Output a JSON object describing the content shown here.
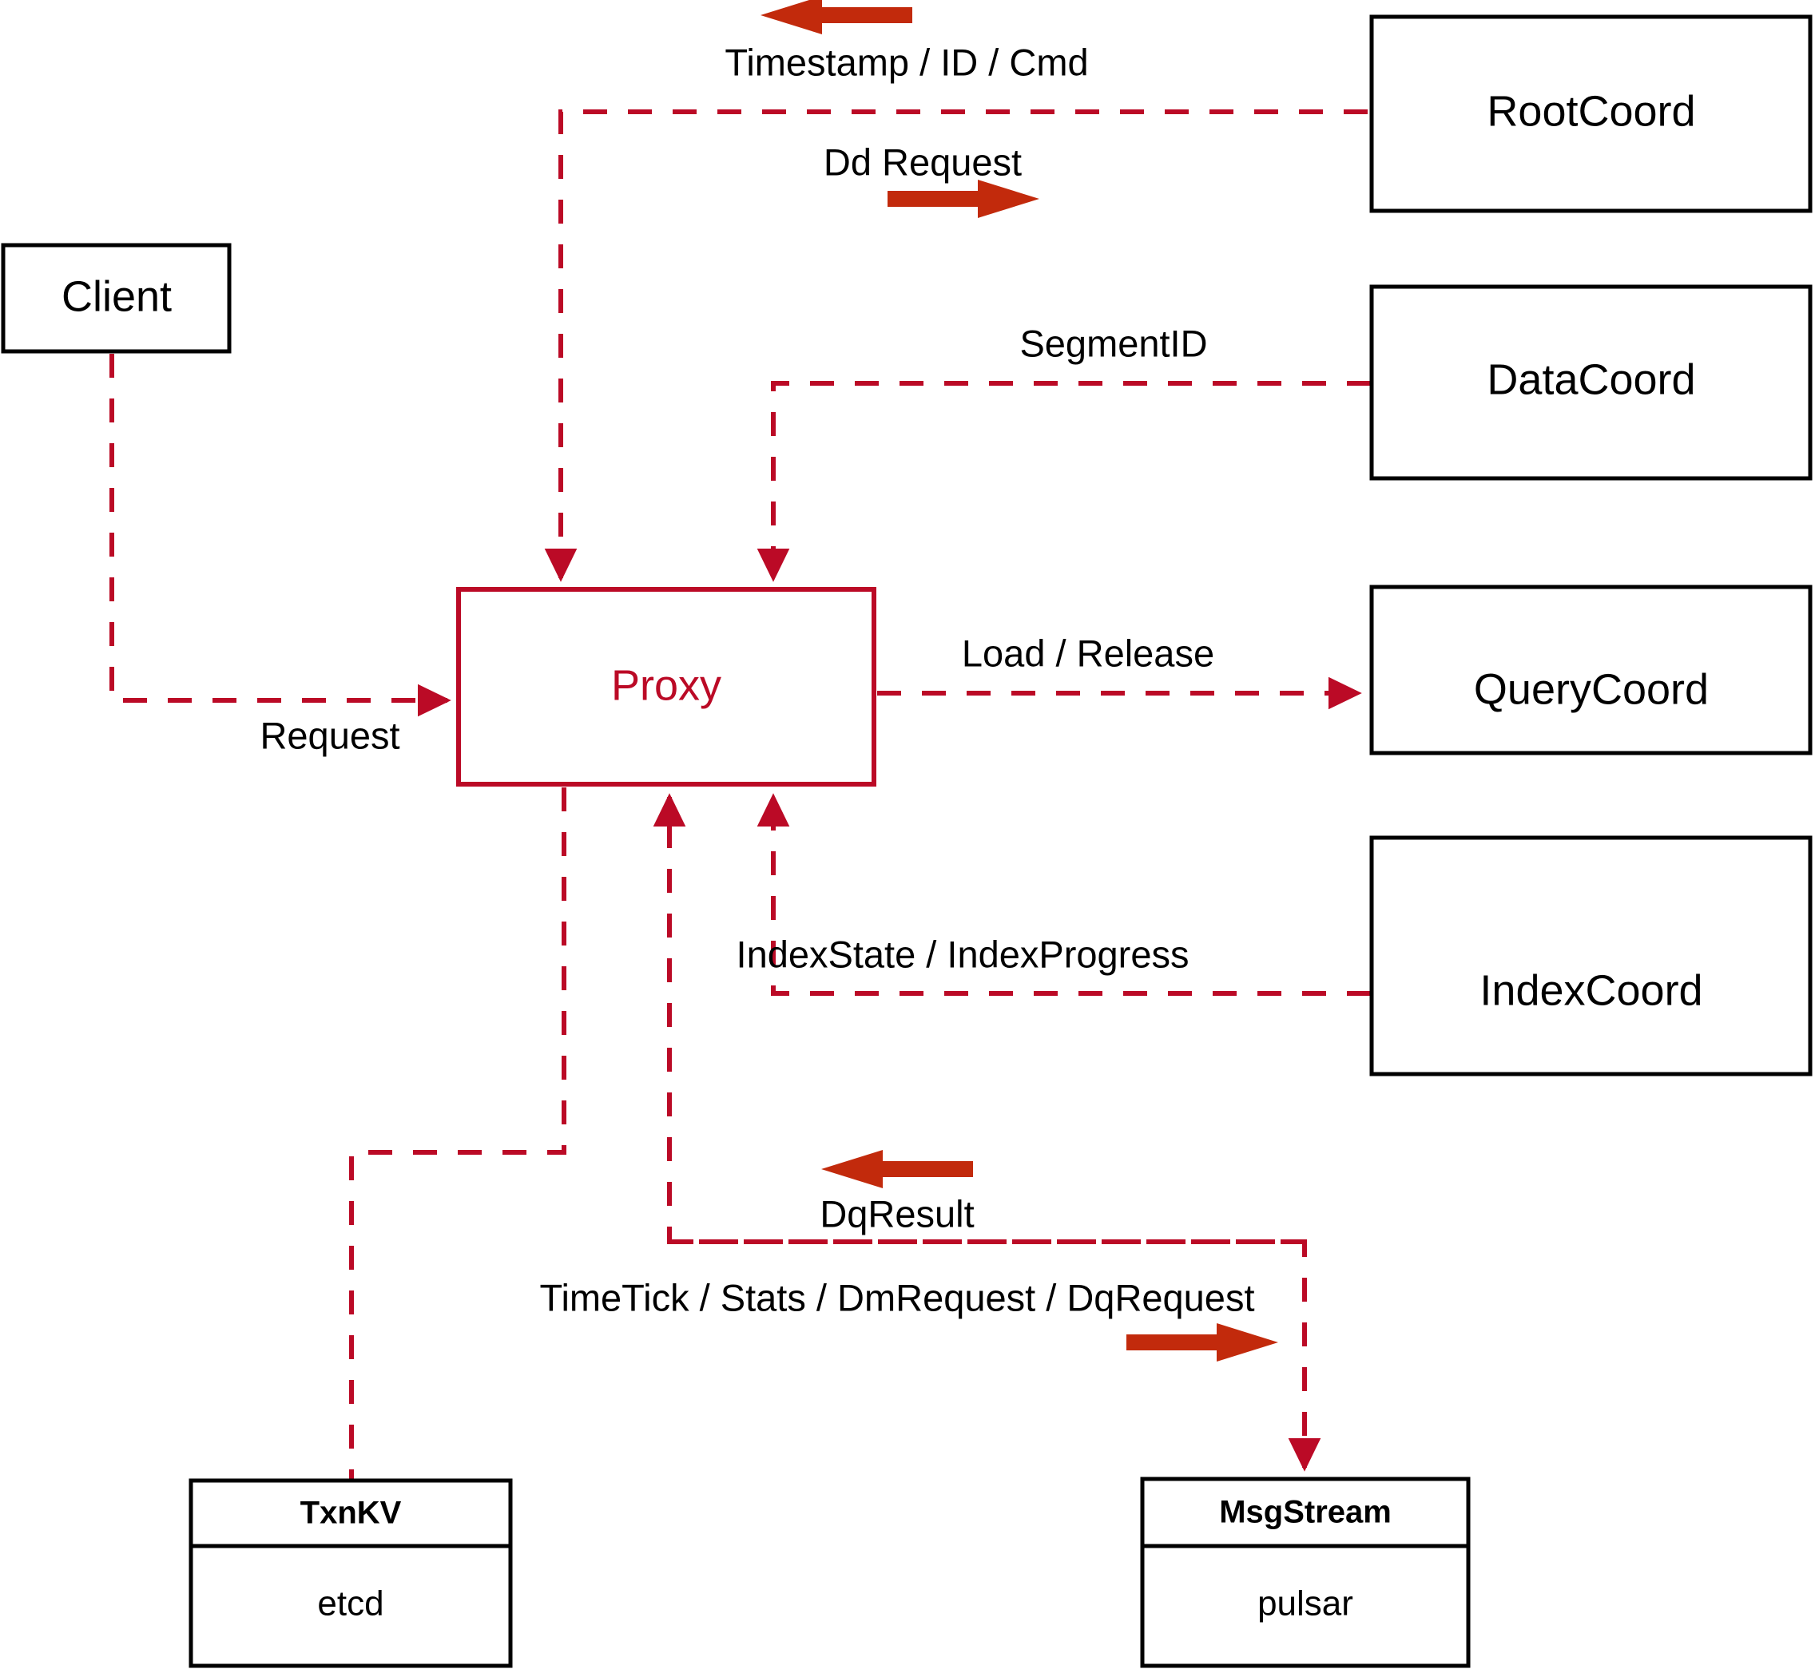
{
  "diagram": {
    "title": "Proxy component interaction diagram",
    "colors": {
      "accent": "#bb0a26",
      "arrow": "#c22a0c",
      "box_stroke": "#000000",
      "background": "#ffffff"
    },
    "nodes": {
      "client": {
        "label": "Client"
      },
      "proxy": {
        "label": "Proxy"
      },
      "root_coord": {
        "label": "RootCoord"
      },
      "data_coord": {
        "label": "DataCoord"
      },
      "query_coord": {
        "label": "QueryCoord"
      },
      "index_coord": {
        "label": "IndexCoord"
      },
      "txn_kv": {
        "label": "TxnKV",
        "impl": "etcd"
      },
      "msg_stream": {
        "label": "MsgStream",
        "impl": "pulsar"
      }
    },
    "edges": [
      {
        "id": "timestamp-id-cmd",
        "label": "Timestamp / ID / Cmd",
        "from": "root_coord",
        "to": "proxy",
        "direction": "left"
      },
      {
        "id": "dd-request",
        "label": "Dd Request",
        "from": "proxy",
        "to": "root_coord",
        "direction": "right"
      },
      {
        "id": "segment-id",
        "label": "SegmentID",
        "from": "data_coord",
        "to": "proxy",
        "direction": "left"
      },
      {
        "id": "load-release",
        "label": "Load / Release",
        "from": "proxy",
        "to": "query_coord",
        "direction": "right"
      },
      {
        "id": "index-state-progress",
        "label": "IndexState / IndexProgress",
        "from": "index_coord",
        "to": "proxy",
        "direction": "left"
      },
      {
        "id": "request",
        "label": "Request",
        "from": "client",
        "to": "proxy",
        "direction": "right"
      },
      {
        "id": "dq-result",
        "label": "DqResult",
        "from": "msg_stream",
        "to": "proxy",
        "direction": "left"
      },
      {
        "id": "timetick-stats-dm-dq",
        "label": "TimeTick / Stats / DmRequest / DqRequest",
        "from": "proxy",
        "to": "msg_stream",
        "direction": "right"
      },
      {
        "id": "txnkv-link",
        "label": "",
        "from": "proxy",
        "to": "txn_kv",
        "direction": "none"
      }
    ]
  }
}
